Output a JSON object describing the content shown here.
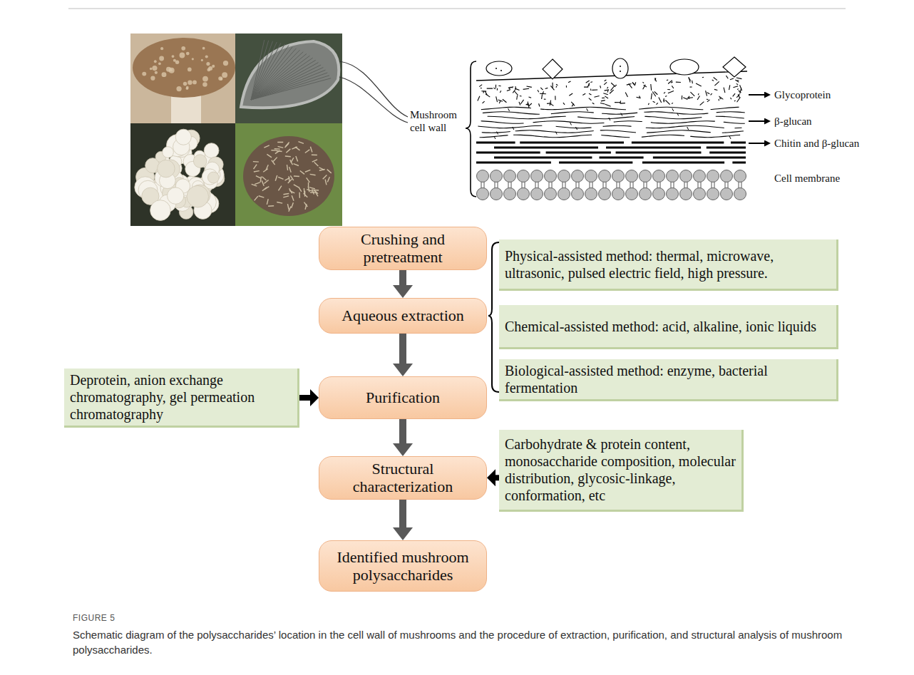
{
  "diagram": {
    "caption": "Schematic diagram of the polysaccharides’ location in the cell wall of mushrooms and the procedure of extraction, purification, and structural analysis of mushroom polysaccharides.",
    "nodes": [
      {
        "text": [
          "Crushing and pretreatment"
        ]
      },
      {
        "text": [
          "Aqueous extraction"
        ]
      },
      {
        "text": [
          "Physical-assisted method: thermal, microwave, ultrasonic, pulsed electric field, high pressure."
        ]
      },
      {
        "text": [
          "Chemical-assisted method: acid, alkaline, ionic liquids"
        ]
      },
      {
        "text": [
          "Biological-assisted method: enzyme, bacterial fermentation"
        ]
      },
      {
        "text": [
          "Deprotein, anion exchange chromatography, gel permeation chromatography"
        ]
      },
      {
        "text": [
          "Purification"
        ]
      },
      {
        "text": [
          "Structural characterization"
        ]
      },
      {
        "text": [
          "Carbohydrate & protein content, monosaccharide composition, molecular distribution, glycosic-linkage, conformation, etc"
        ]
      },
      {
        "text": [
          "Identified mushroom polysaccharides"
        ]
      }
    ],
    "edges": [
      {
        "from": 0,
        "to": 1,
        "arrow": "to"
      },
      {
        "from": 1,
        "to": 6,
        "arrow": "to"
      },
      {
        "from": 5,
        "to": 6,
        "arrow": "to"
      },
      {
        "from": 6,
        "to": 7,
        "arrow": "to"
      },
      {
        "from": 8,
        "to": 7,
        "arrow": "to"
      },
      {
        "from": 7,
        "to": 9,
        "arrow": "to"
      }
    ],
    "labels": [
      "Mushroom cell wall",
      "Glycoprotein",
      "β-glucan",
      "Chitin and β-glucan",
      "Cell membrane",
      "FIGURE 5"
    ]
  }
}
